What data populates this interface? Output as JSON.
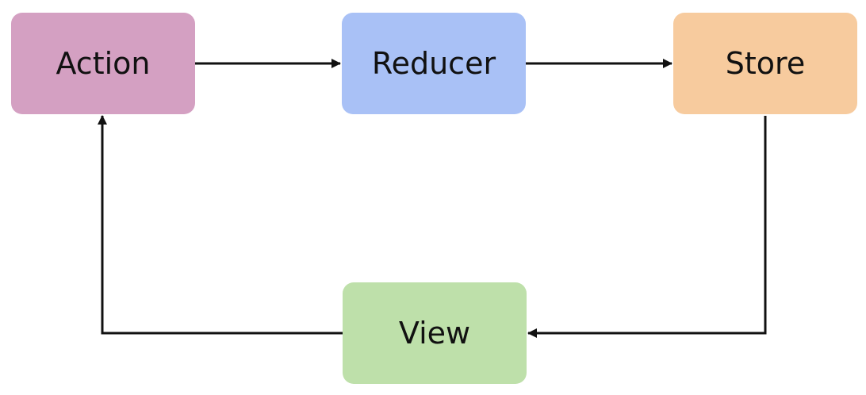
{
  "nodes": {
    "action": {
      "label": "Action",
      "color": "#d4a0c2"
    },
    "reducer": {
      "label": "Reducer",
      "color": "#a9c1f6"
    },
    "store": {
      "label": "Store",
      "color": "#f7cb9e"
    },
    "view": {
      "label": "View",
      "color": "#bee0aa"
    }
  },
  "edges": [
    {
      "from": "action",
      "to": "reducer"
    },
    {
      "from": "reducer",
      "to": "store"
    },
    {
      "from": "store",
      "to": "view"
    },
    {
      "from": "view",
      "to": "action"
    }
  ],
  "edge_color": "#111111"
}
